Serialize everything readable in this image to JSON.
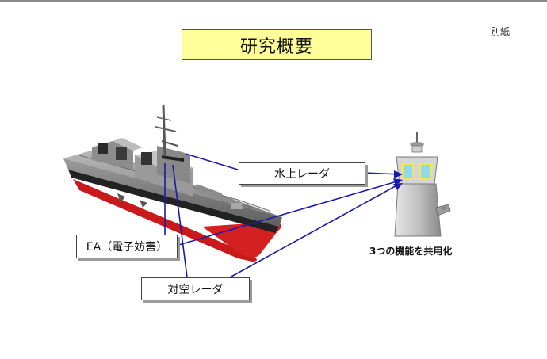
{
  "header": {
    "title": "研究概要",
    "attachment_label": "別紙"
  },
  "labels": {
    "surface_radar": "水上レーダ",
    "electronic_attack": "EA（電子妨害）",
    "air_radar": "対空レーダ"
  },
  "mast": {
    "caption": "3つの機能を共用化"
  },
  "colors": {
    "title_fill": "#ffff99",
    "arrow": "#1a1aa8",
    "hull_red": "#cc1a1a",
    "ship_gray": "#8f8f8f",
    "mast_panel": "#f2e94a",
    "mast_window": "#8ed9ec"
  }
}
